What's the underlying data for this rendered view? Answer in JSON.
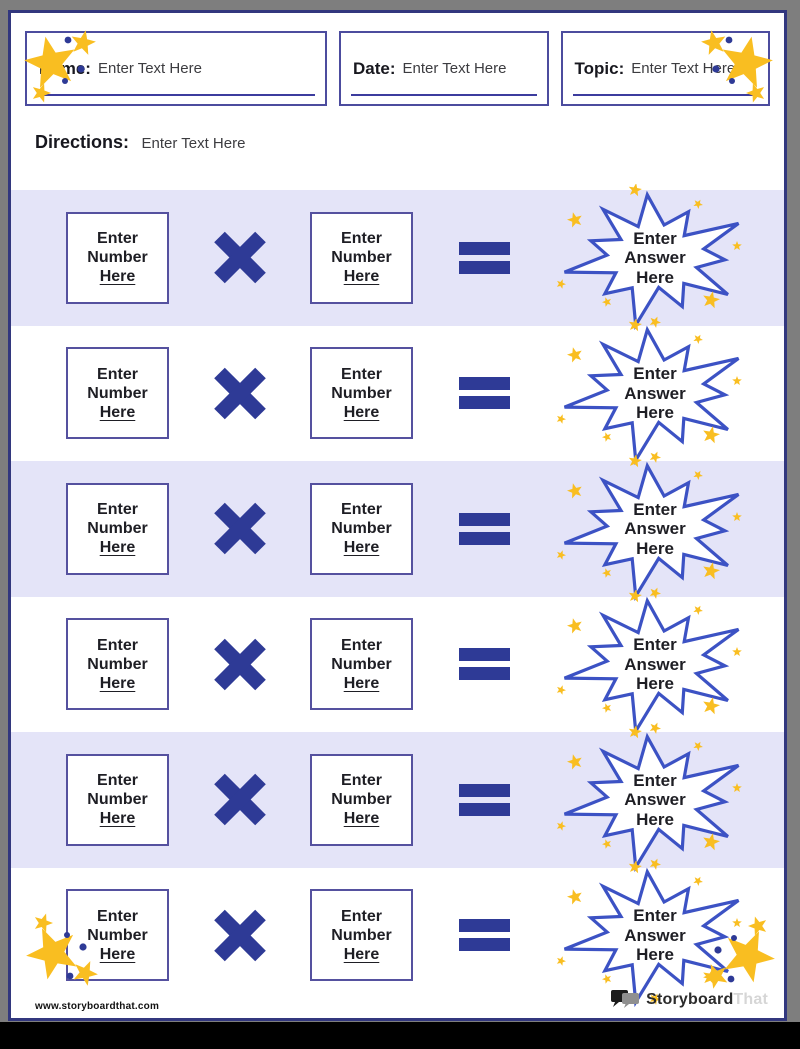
{
  "header": {
    "fields": [
      {
        "label": "Name:",
        "value": "Enter Text Here"
      },
      {
        "label": "Date:",
        "value": "Enter Text Here"
      },
      {
        "label": "Topic:",
        "value": "Enter Text Here"
      }
    ],
    "directions_label": "Directions:",
    "directions_value": "Enter Text Here"
  },
  "rows": [
    {
      "left": [
        "Enter",
        "Number",
        "Here"
      ],
      "right": [
        "Enter",
        "Number",
        "Here"
      ],
      "answer": [
        "Enter",
        "Answer",
        "Here"
      ]
    },
    {
      "left": [
        "Enter",
        "Number",
        "Here"
      ],
      "right": [
        "Enter",
        "Number",
        "Here"
      ],
      "answer": [
        "Enter",
        "Answer",
        "Here"
      ]
    },
    {
      "left": [
        "Enter",
        "Number",
        "Here"
      ],
      "right": [
        "Enter",
        "Number",
        "Here"
      ],
      "answer": [
        "Enter",
        "Answer",
        "Here"
      ]
    },
    {
      "left": [
        "Enter",
        "Number",
        "Here"
      ],
      "right": [
        "Enter",
        "Number",
        "Here"
      ],
      "answer": [
        "Enter",
        "Answer",
        "Here"
      ]
    },
    {
      "left": [
        "Enter",
        "Number",
        "Here"
      ],
      "right": [
        "Enter",
        "Number",
        "Here"
      ],
      "answer": [
        "Enter",
        "Answer",
        "Here"
      ]
    },
    {
      "left": [
        "Enter",
        "Number",
        "Here"
      ],
      "right": [
        "Enter",
        "Number",
        "Here"
      ],
      "answer": [
        "Enter",
        "Answer",
        "Here"
      ]
    }
  ],
  "footer": {
    "website": "www.storyboardthat.com",
    "logo_primary": "Storyboard",
    "logo_secondary": "That"
  },
  "icons": {
    "multiply": "multiply-icon",
    "equals": "equals-icon",
    "burst": "answer-burst-shape",
    "star_cluster": "star-cluster-icon",
    "speech_bubbles": "speech-bubbles-icon"
  },
  "colors": {
    "accent_navy": "#2e3a96",
    "page_border": "#32377e",
    "field_border": "#4c4c9e",
    "box_border": "#55519f",
    "row_alt_bg": "#e4e4f8",
    "burst_stroke": "#3c52c4",
    "star_gold": "#f9be21",
    "logo_secondary_gray": "#d6d6d6"
  }
}
